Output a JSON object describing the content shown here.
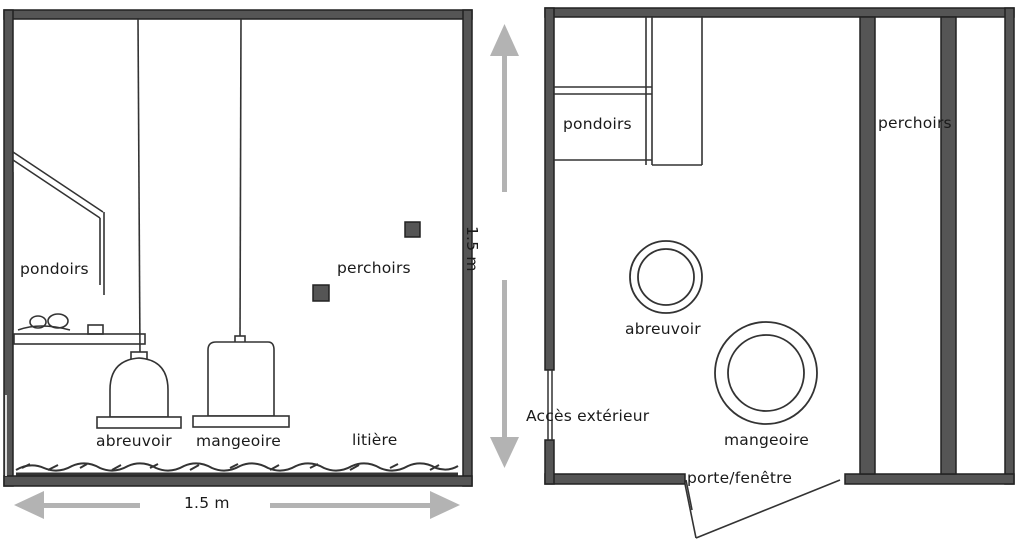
{
  "side_view": {
    "labels": {
      "pondoirs": "pondoirs",
      "perchoirs": "perchoirs",
      "abreuvoir": "abreuvoir",
      "mangeoire": "mangeoire",
      "litiere": "litière"
    },
    "width_dimension": "1.5 m",
    "height_dimension": "1.5 m"
  },
  "top_view": {
    "labels": {
      "pondoirs": "pondoirs",
      "perchoirs": "perchoirs",
      "abreuvoir": "abreuvoir",
      "mangeoire": "mangeoire",
      "acces_exterieur": "Accès extérieur",
      "porte_fenetre": "porte/fenêtre"
    }
  },
  "colors": {
    "wall": "#555555",
    "line": "#333333",
    "arrow": "#b3b3b3",
    "text": "#1a1a1a"
  }
}
